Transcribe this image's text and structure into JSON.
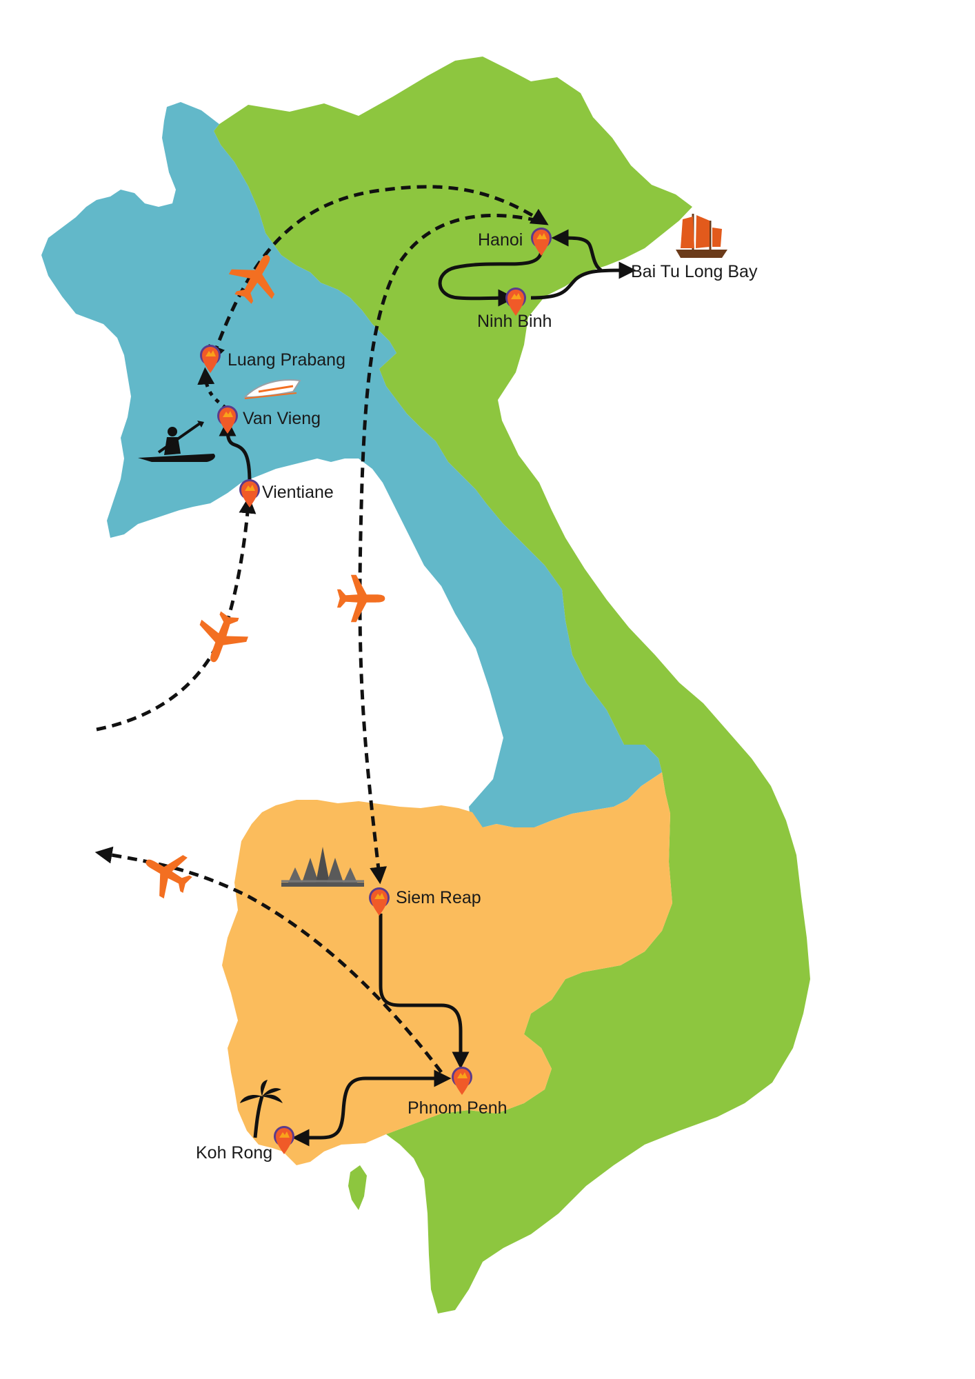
{
  "map": {
    "colors": {
      "vietnam": "#8dc63f",
      "laos": "#62b8c9",
      "cambodia": "#fbbc5c",
      "route": "#111111",
      "plane": "#f36f21",
      "marker_ring": "#5b3b8c",
      "marker_outer": "#f05a28",
      "marker_inner": "#f9a21b",
      "junk_sail": "#e25a1c"
    },
    "cities": [
      {
        "id": "hanoi",
        "label": "Hanoi"
      },
      {
        "id": "bai-tu-long-bay",
        "label": "Bai Tu Long Bay"
      },
      {
        "id": "ninh-binh",
        "label": "Ninh Binh"
      },
      {
        "id": "luang-prabang",
        "label": "Luang Prabang"
      },
      {
        "id": "van-vieng",
        "label": "Van Vieng"
      },
      {
        "id": "vientiane",
        "label": "Vientiane"
      },
      {
        "id": "siem-reap",
        "label": "Siem Reap"
      },
      {
        "id": "phnom-penh",
        "label": "Phnom Penh"
      },
      {
        "id": "koh-rong",
        "label": "Koh Rong"
      }
    ],
    "icons": [
      "plane-icon",
      "train-icon",
      "kayak-icon",
      "junk-boat-icon",
      "temple-icon",
      "palm-tree-icon"
    ]
  }
}
